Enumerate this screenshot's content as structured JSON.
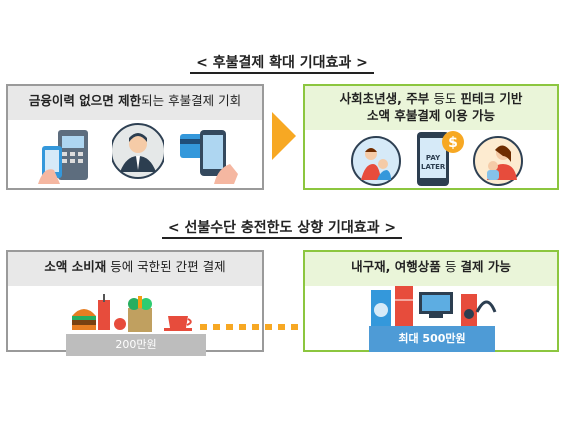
{
  "section1": {
    "title": "< 후불결제 확대 기대효과 >",
    "left": {
      "bold": "금융이력 없으면 제한",
      "normal": "되는 후불결제 기회"
    },
    "right": {
      "line1_bold_a": "사회초년생, 주부 ",
      "line1_normal": "등도 ",
      "line1_bold_b": "핀테크 기반",
      "line2": "소액 후불결제 이용 가능",
      "badge": "PAY LATER"
    }
  },
  "section2": {
    "title": "< 선불수단 충전한도 상향 기대효과 >",
    "left": {
      "bold": "소액 소비재",
      "normal": " 등에 국한된 간편 결제",
      "amount": "200만원"
    },
    "right": {
      "bold_a": "내구재, 여행상품 ",
      "normal": "등 ",
      "bold_b": "결제 가능",
      "amount": "최대 500만원"
    }
  },
  "colors": {
    "accent_orange": "#f7a823",
    "green_border": "#8cc63f",
    "gray_border": "#9a9a9a",
    "blue": "#4e9bd6"
  }
}
